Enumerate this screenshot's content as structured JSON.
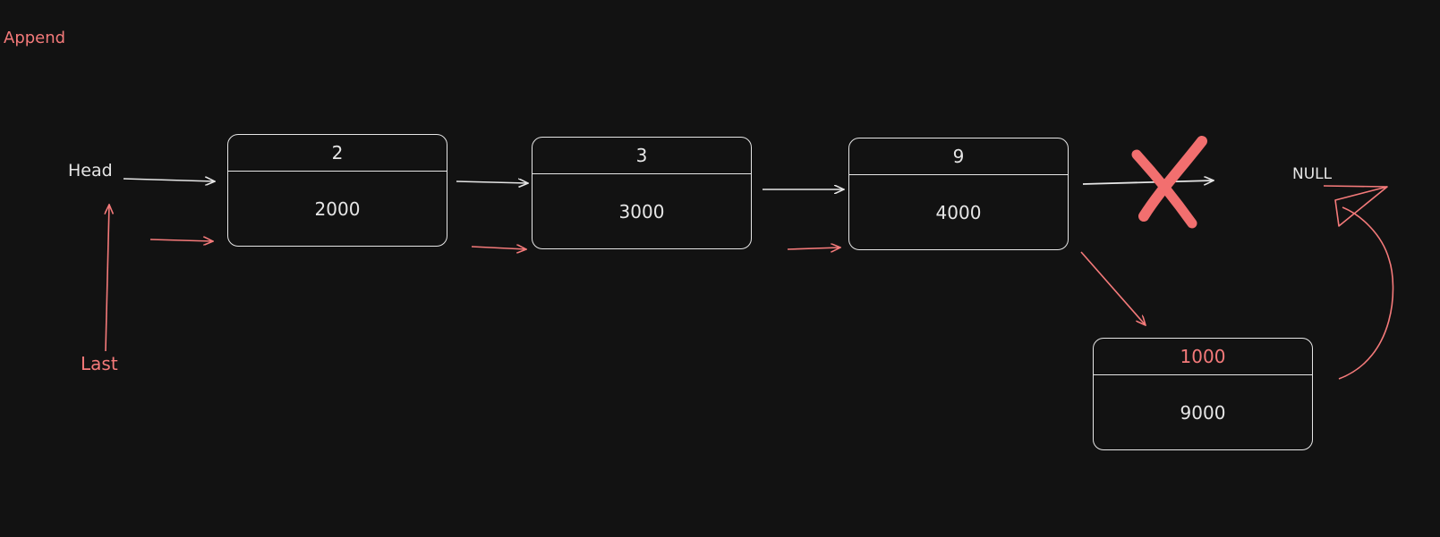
{
  "title": "Append",
  "labels": {
    "head": "Head",
    "last": "Last",
    "null": "NULL"
  },
  "nodes": [
    {
      "value": "2",
      "address": "2000"
    },
    {
      "value": "3",
      "address": "3000"
    },
    {
      "value": "9",
      "address": "4000"
    },
    {
      "value": "1000",
      "address": "9000"
    }
  ],
  "colors": {
    "background": "#121212",
    "ink": "#e6e6e6",
    "accent": "#f47a7a",
    "cross": "#f26f6f"
  }
}
